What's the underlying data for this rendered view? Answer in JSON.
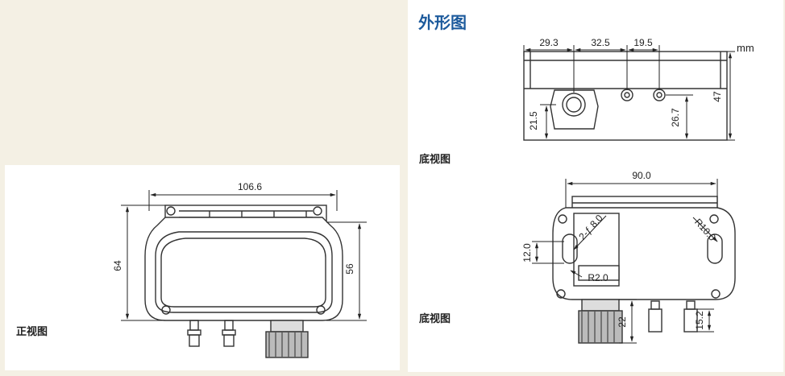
{
  "section": {
    "title": "外形图",
    "unit": "mm"
  },
  "views": {
    "front": {
      "caption": "正视图",
      "dim_width": "106.6",
      "dim_height": "64",
      "dim_inner_height": "56"
    },
    "bottom_top": {
      "caption": "底视图",
      "dim_gland_offset": "29.3",
      "dim_port_offset": "32.5",
      "dim_port_spacing": "19.5",
      "dim_depth": "47",
      "dim_gland_height": "21.5",
      "dim_port_height": "26.7"
    },
    "bottom_lower": {
      "caption": "底视图",
      "dim_width": "90.0",
      "dim_slot_height": "12.0",
      "dim_hole_diameter": "2-ƒ 8.0",
      "dim_radius_large": "R10.0",
      "dim_radius_small": "R2.0",
      "dim_gland_length": "22",
      "dim_port_length": "15.2"
    }
  }
}
